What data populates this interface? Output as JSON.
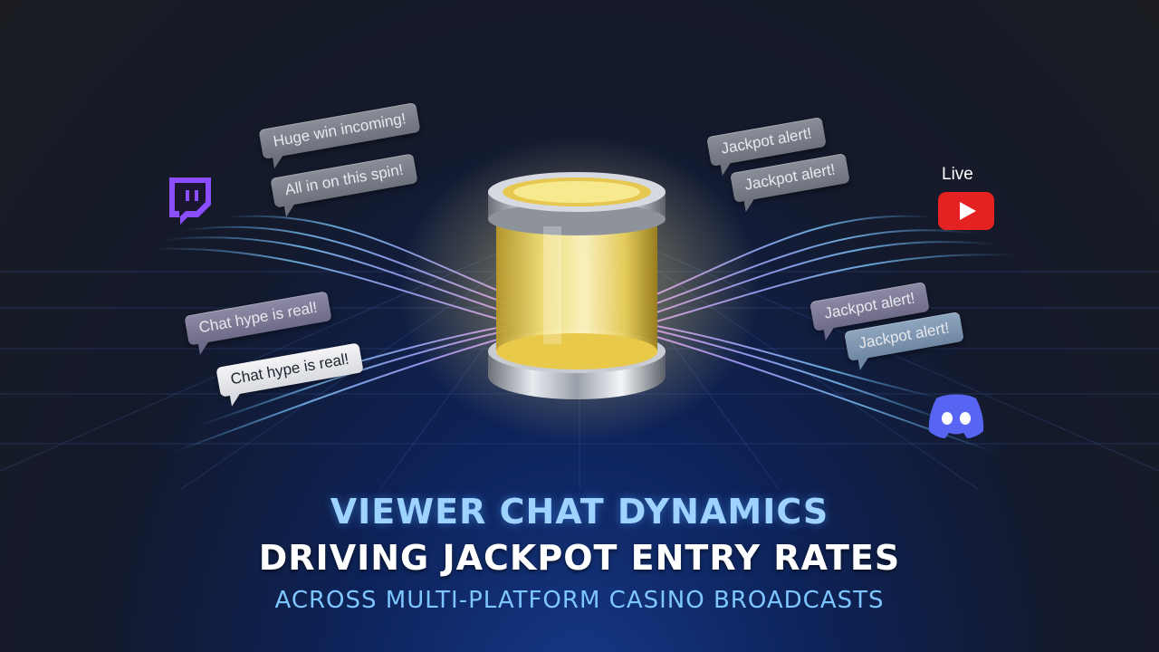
{
  "bubbles": [
    {
      "text": "Huge win incoming!"
    },
    {
      "text": "All in on this spin!"
    },
    {
      "text": "Chat hype is real!"
    },
    {
      "text": "Chat hype is real!"
    },
    {
      "text": "Jackpot alert!"
    },
    {
      "text": "Jackpot alert!"
    },
    {
      "text": "Jackpot alert!"
    },
    {
      "text": "Jackpot alert!"
    }
  ],
  "platforms": {
    "left_top": "twitch-icon",
    "right_top": "youtube-icon",
    "right_bottom": "discord-icon",
    "live_label": "Live"
  },
  "headline": {
    "line1": "VIEWER CHAT DYNAMICS",
    "line2": "DRIVING JACKPOT ENTRY RATES",
    "line3": "ACROSS MULTI-PLATFORM CASINO BROADCASTS"
  },
  "colors": {
    "twitch": "#8a4dff",
    "youtube": "#e52222",
    "discord": "#5865f2",
    "headline_accent": "#9fd3ff",
    "jackpot_glow": "#f5d84a"
  }
}
